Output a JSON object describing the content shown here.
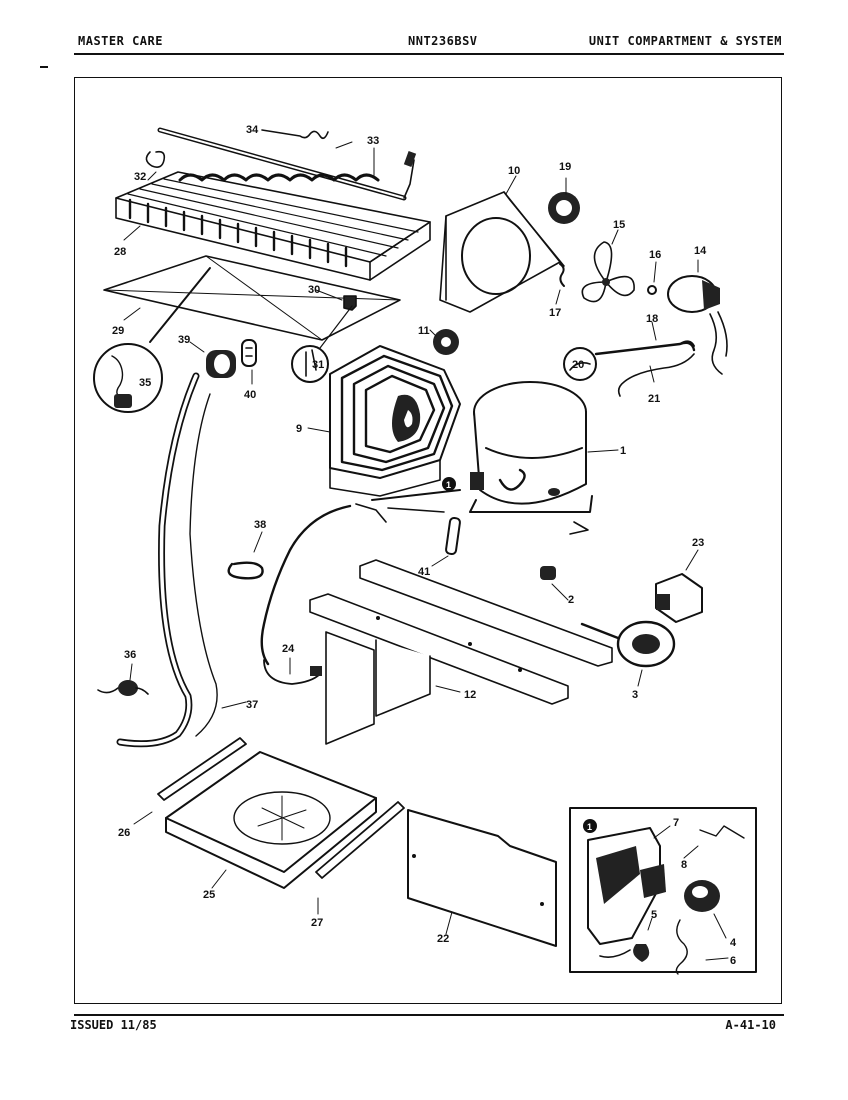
{
  "header": {
    "left": "MASTER CARE",
    "center": "NNT236BSV",
    "right": "UNIT COMPARTMENT & SYSTEM"
  },
  "footer": {
    "issued": "ISSUED 11/85",
    "page_code": "A-41-10"
  },
  "callouts": {
    "p1": "1",
    "p2": "2",
    "p3": "3",
    "p4": "4",
    "p5": "5",
    "p6": "6",
    "p7": "7",
    "p8": "8",
    "p9": "9",
    "p10": "10",
    "p11": "11",
    "p12": "12",
    "p14": "14",
    "p15": "15",
    "p16": "16",
    "p17": "17",
    "p18": "18",
    "p19": "19",
    "p20": "20",
    "p21": "21",
    "p22": "22",
    "p23": "23",
    "p24": "24",
    "p25": "25",
    "p26": "26",
    "p27": "27",
    "p28": "28",
    "p29": "29",
    "p30": "30",
    "p31": "31",
    "p32": "32",
    "p33": "33",
    "p34": "34",
    "p35": "35",
    "p36": "36",
    "p37": "37",
    "p38": "38",
    "p39": "39",
    "p40": "40",
    "p41": "41",
    "detail_marker": "1"
  }
}
